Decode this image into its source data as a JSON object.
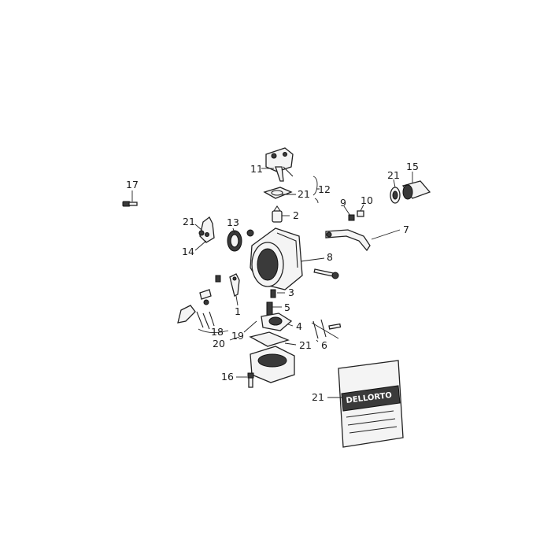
{
  "callouts": [
    {
      "id": "c11",
      "text": "11"
    },
    {
      "id": "c12",
      "text": "12"
    },
    {
      "id": "c21a",
      "text": "21"
    },
    {
      "id": "c2",
      "text": "2"
    },
    {
      "id": "c17",
      "text": "17"
    },
    {
      "id": "c21b",
      "text": "21"
    },
    {
      "id": "c15",
      "text": "15"
    },
    {
      "id": "c9",
      "text": "9"
    },
    {
      "id": "c10",
      "text": "10"
    },
    {
      "id": "c7",
      "text": "7"
    },
    {
      "id": "c21c",
      "text": "21"
    },
    {
      "id": "c13",
      "text": "13"
    },
    {
      "id": "c14",
      "text": "14"
    },
    {
      "id": "c8",
      "text": "8"
    },
    {
      "id": "c3",
      "text": "3"
    },
    {
      "id": "c5",
      "text": "5"
    },
    {
      "id": "c1",
      "text": "1"
    },
    {
      "id": "c4",
      "text": "4"
    },
    {
      "id": "c18",
      "text": "18"
    },
    {
      "id": "c19",
      "text": "19"
    },
    {
      "id": "c21d",
      "text": "21"
    },
    {
      "id": "c6",
      "text": "6"
    },
    {
      "id": "c20",
      "text": "20"
    },
    {
      "id": "c16",
      "text": "16"
    },
    {
      "id": "c21e",
      "text": "21"
    }
  ],
  "kit_package": {
    "brand_text": "DELLORTO"
  }
}
